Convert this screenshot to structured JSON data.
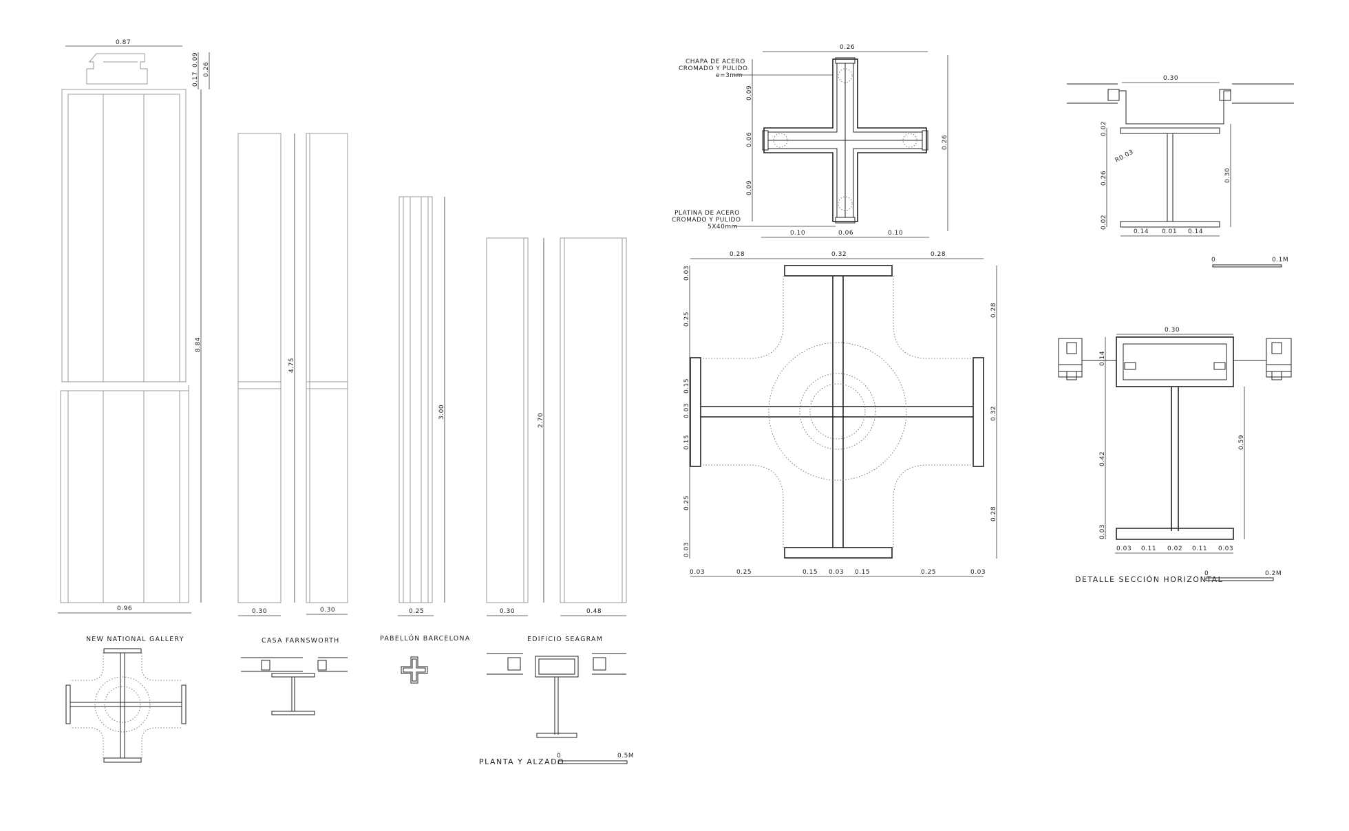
{
  "top_dimensions": {
    "ngg_width": "0.87",
    "ngg_cap_a": "0.17",
    "ngg_cap_b": "0.09",
    "ngg_cap_c": "0.26"
  },
  "elevations": {
    "ngg_height": "8.84",
    "ngg_width": "0.96",
    "farnsworth_height": "4.75",
    "farnsworth_a": "0.30",
    "farnsworth_b": "0.30",
    "barcelona_height": "3.00",
    "barcelona_width": "0.25",
    "seagram_height": "2.70",
    "seagram_a": "0.30",
    "seagram_b": "0.48"
  },
  "captions": {
    "ngg": "NEW NATIONAL GALLERY",
    "farnsworth": "CASA FARNSWORTH",
    "barcelona": "PABELLÓN BARCELONA",
    "seagram": "EDIFICIO SEAGRAM",
    "planta": "PLANTA Y ALZADO",
    "scale1_zero": "0",
    "scale1_end": "0.5M"
  },
  "cross_detail": {
    "top": "0.26",
    "right": "0.26",
    "left_a": "0.09",
    "left_b": "0.06",
    "left_c": "0.09",
    "bot_a": "0.10",
    "bot_b": "0.06",
    "bot_c": "0.10",
    "note1_l1": "CHAPA DE ACERO",
    "note1_l2": "CROMADO Y PULIDO",
    "note1_l3": "e=3mm",
    "note2_l1": "PLATINA DE ACERO",
    "note2_l2": "CROMADO Y PULIDO",
    "note2_l3": "5X40mm"
  },
  "farnsworth_detail": {
    "top": "0.30",
    "left_a": "0.02",
    "left_b": "0.26",
    "left_c": "0.02",
    "right": "0.30",
    "radius": "R0.03",
    "bot_a": "0.14",
    "bot_b": "0.01",
    "bot_c": "0.14",
    "scale_zero": "0",
    "scale_end": "0.1M"
  },
  "ngg_detail": {
    "top_a": "0.28",
    "top_b": "0.32",
    "top_c": "0.28",
    "left": [
      "0.03",
      "0.25",
      "0.15",
      "0.03",
      "0.15",
      "0.25",
      "0.03"
    ],
    "right_a": "0.28",
    "right_b": "0.32",
    "right_c": "0.28",
    "bottom": [
      "0.03",
      "0.25",
      "0.15",
      "0.03",
      "0.15",
      "0.25",
      "0.03"
    ]
  },
  "seagram_detail": {
    "top": "0.30",
    "left_a": "0.14",
    "left_b": "0.42",
    "left_c": "0.03",
    "right": "0.59",
    "bottom": [
      "0.03",
      "0.11",
      "0.02",
      "0.11",
      "0.03"
    ],
    "title": "DETALLE SECCIÓN HORIZONTAL",
    "scale_zero": "0",
    "scale_end": "0.2M"
  }
}
